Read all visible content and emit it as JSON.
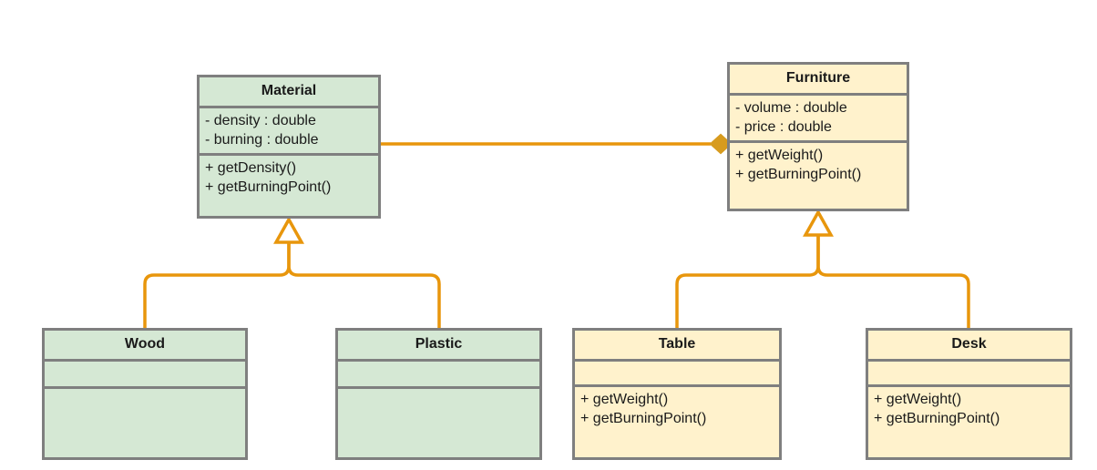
{
  "diagram": {
    "kind": "uml-class-diagram",
    "background": "#ffffff",
    "colors": {
      "green_fill": "#d5e8d4",
      "yellow_fill": "#fff2cc",
      "border": "#7f7f7f",
      "edge": "#e8960c",
      "text": "#1a1a1a"
    }
  },
  "classes": {
    "material": {
      "name": "Material",
      "attributes": [
        "- density : double",
        "- burning : double"
      ],
      "methods": [
        "+ getDensity()",
        "+ getBurningPoint()"
      ]
    },
    "furniture": {
      "name": "Furniture",
      "attributes": [
        "- volume : double",
        "- price : double"
      ],
      "methods": [
        "+ getWeight()",
        "+ getBurningPoint()"
      ]
    },
    "wood": {
      "name": "Wood",
      "attributes": [],
      "methods": []
    },
    "plastic": {
      "name": "Plastic",
      "attributes": [],
      "methods": []
    },
    "table": {
      "name": "Table",
      "attributes": [],
      "methods": [
        "+ getWeight()",
        "+ getBurningPoint()"
      ]
    },
    "desk": {
      "name": "Desk",
      "attributes": [],
      "methods": [
        "+ getWeight()",
        "+ getBurningPoint()"
      ]
    }
  },
  "relationships": [
    {
      "id": "material-furniture",
      "type": "composition",
      "from": "Material",
      "to": "Furniture",
      "marker": "filled-diamond"
    },
    {
      "id": "wood-material",
      "type": "generalization",
      "from": "Wood",
      "to": "Material",
      "marker": "hollow-triangle"
    },
    {
      "id": "plastic-material",
      "type": "generalization",
      "from": "Plastic",
      "to": "Material",
      "marker": "hollow-triangle"
    },
    {
      "id": "table-furniture",
      "type": "generalization",
      "from": "Table",
      "to": "Furniture",
      "marker": "hollow-triangle"
    },
    {
      "id": "desk-furniture",
      "type": "generalization",
      "from": "Desk",
      "to": "Furniture",
      "marker": "hollow-triangle"
    }
  ]
}
